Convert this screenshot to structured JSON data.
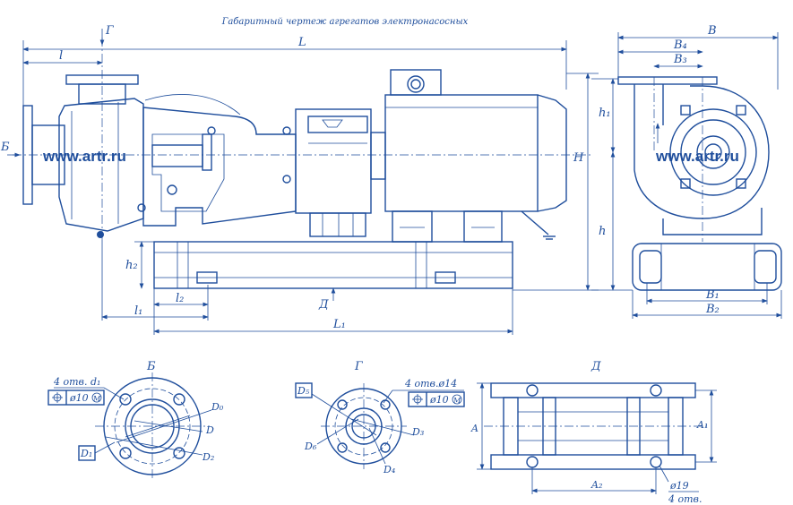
{
  "title": "Габаритный чертеж агрегатов электронасосных",
  "watermark": "www.artr.ru",
  "main_view": {
    "dims": {
      "L": "L",
      "l": "l",
      "H": "H",
      "h": "h",
      "h1": "h₁",
      "h2": "h₂",
      "l1": "l₁",
      "l2": "l₂",
      "L1": "L₁",
      "B": "B",
      "B1": "B₁",
      "B2": "B₂",
      "B3": "B₃",
      "B4": "B₄"
    },
    "view_marks": {
      "b": "Б",
      "g": "Г",
      "d": "Д"
    }
  },
  "detail_b": {
    "title": "Б",
    "holes_note": "4 отв. d₁",
    "tolerance": "ø10",
    "tolerance_mod": "M",
    "labels": {
      "D0": "D₀",
      "D": "D",
      "D1": "D₁",
      "D2": "D₂"
    }
  },
  "detail_g": {
    "title": "Г",
    "holes_note": "4 отв.ø14",
    "tolerance": "ø10",
    "tolerance_mod": "M",
    "labels": {
      "D5": "D₅",
      "D6": "D₆",
      "D3": "D₃",
      "D4": "D₄"
    }
  },
  "detail_d": {
    "title": "Д",
    "labels": {
      "A": "A",
      "A1": "A₁",
      "A2": "A₂"
    },
    "hole_dia": "ø19",
    "holes_note": "4 отв."
  }
}
